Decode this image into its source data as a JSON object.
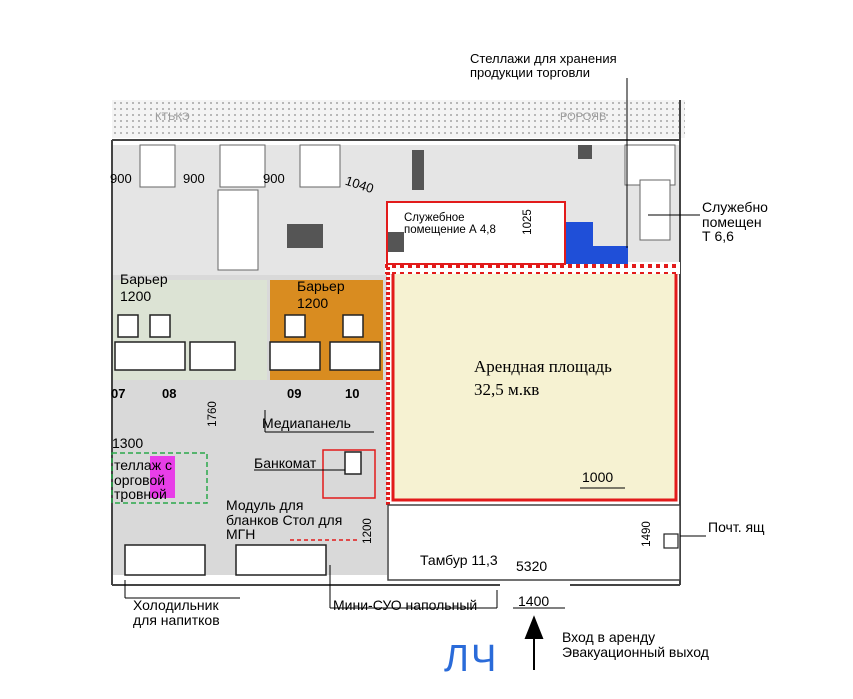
{
  "plan": {
    "storage_racks_label": "Стеллажи для хранения\nпродукции торговли",
    "service_room_a": {
      "label": "Служебное\nпомещение А 4,8",
      "dim": "1025"
    },
    "service_room_t": {
      "label": "Служебно\nпомещен\nТ 6,6"
    },
    "dims_top": [
      "900",
      "900",
      "900",
      "1040"
    ],
    "rental_area": {
      "title": "Арендная площадь",
      "area": "32,5 м.кв"
    },
    "barrier_left": {
      "label": "Барьер",
      "dim": "1200"
    },
    "barrier_right": {
      "label": "Барьер",
      "dim": "1200"
    },
    "windows": [
      "07",
      "08",
      "09",
      "10"
    ],
    "dim_1760": "1760",
    "dim_1300": "1300",
    "media_panel": "Медиапанель",
    "atm": "Банкомат",
    "left_rack": "теллаж с\nорговой\nтровной",
    "module_label": "Модуль для\nбланков Стол для\nМГН",
    "dim_1000": "1000",
    "dim_1490": "1490",
    "dim_1200_vert": "1200",
    "post_box": "Почт. ящ",
    "tambour": "Тамбур 11,3",
    "dim_5320": "5320",
    "dim_1400": "1400",
    "fridge": "Холодильник\nдля напитков",
    "mini_suo": "Мини-СУО напольный",
    "entrance": "Вход в аренду\nЭвакуационный выход",
    "lch": "ЛЧ",
    "colors": {
      "barrier_green": "#dce3d4",
      "barrier_orange": "#d98c20",
      "rental_fill": "#f6f2d2",
      "accent_red": "#e21b1b",
      "accent_blue": "#1f4fd8",
      "accent_magenta": "#e83ee8",
      "lch_blue": "#2a6bd9"
    }
  }
}
